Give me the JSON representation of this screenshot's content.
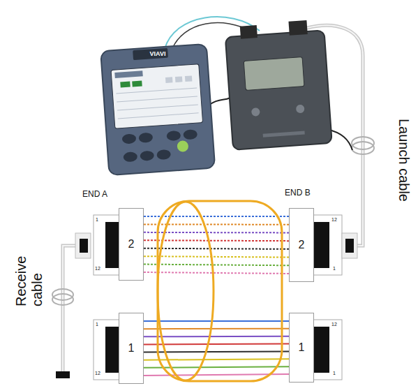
{
  "diagram": {
    "nodes": [
      {
        "text": [
          "2"
        ]
      },
      {
        "text": [
          "2"
        ]
      },
      {
        "text": [
          "1"
        ]
      },
      {
        "text": [
          "1"
        ]
      }
    ],
    "edges": [
      {
        "from": 0,
        "to": 1,
        "arrow": "none"
      },
      {
        "from": 2,
        "to": 3,
        "arrow": "none"
      }
    ],
    "labels": [
      "VIAVI",
      "Launch cable",
      "END A",
      "END B",
      "1",
      "12",
      "12",
      "1",
      "Receive cable",
      "1",
      "12",
      "12",
      "1"
    ]
  }
}
